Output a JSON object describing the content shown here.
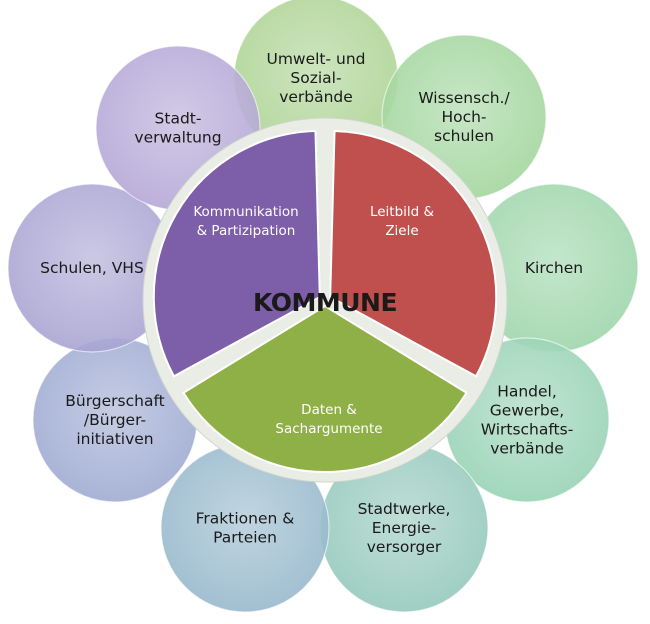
{
  "center": {
    "label": "KOMMUNE"
  },
  "segments": [
    {
      "id": "kommunikation",
      "lines": [
        "Kommunikation",
        "& Partizipation"
      ],
      "color": "#7d5ea8"
    },
    {
      "id": "leitbild",
      "lines": [
        "Leitbild &",
        "Ziele"
      ],
      "color": "#c0504d"
    },
    {
      "id": "daten",
      "lines": [
        "Daten &",
        "Sachargumente"
      ],
      "color": "#8fb046"
    }
  ],
  "petals": [
    {
      "id": "umwelt",
      "lines": [
        "Umwelt- und",
        "Sozial-",
        "verbände"
      ],
      "color": "#a9d18e"
    },
    {
      "id": "wissenschaft",
      "lines": [
        "Wissensch./",
        "Hoch-",
        "schulen"
      ],
      "color": "#9ed49a"
    },
    {
      "id": "kirchen",
      "lines": [
        "Kirchen"
      ],
      "color": "#98d4a6"
    },
    {
      "id": "handel",
      "lines": [
        "Handel,",
        "Gewerbe,",
        "Wirtschafts-",
        "verbände"
      ],
      "color": "#93d0b0"
    },
    {
      "id": "stadtwerke",
      "lines": [
        "Stadtwerke,",
        "Energie-",
        "versorger"
      ],
      "color": "#8fc6b8"
    },
    {
      "id": "fraktionen",
      "lines": [
        "Fraktionen &",
        "Parteien"
      ],
      "color": "#92b5c9"
    },
    {
      "id": "buergerschaft",
      "lines": [
        "Bürgerschaft",
        "/Bürger-",
        "initiativen"
      ],
      "color": "#9aa6cf"
    },
    {
      "id": "schulen",
      "lines": [
        "Schulen, VHS"
      ],
      "color": "#a59fd0"
    },
    {
      "id": "stadtverwaltung",
      "lines": [
        "Stadt-",
        "verwaltung"
      ],
      "color": "#b1a3d4"
    }
  ]
}
